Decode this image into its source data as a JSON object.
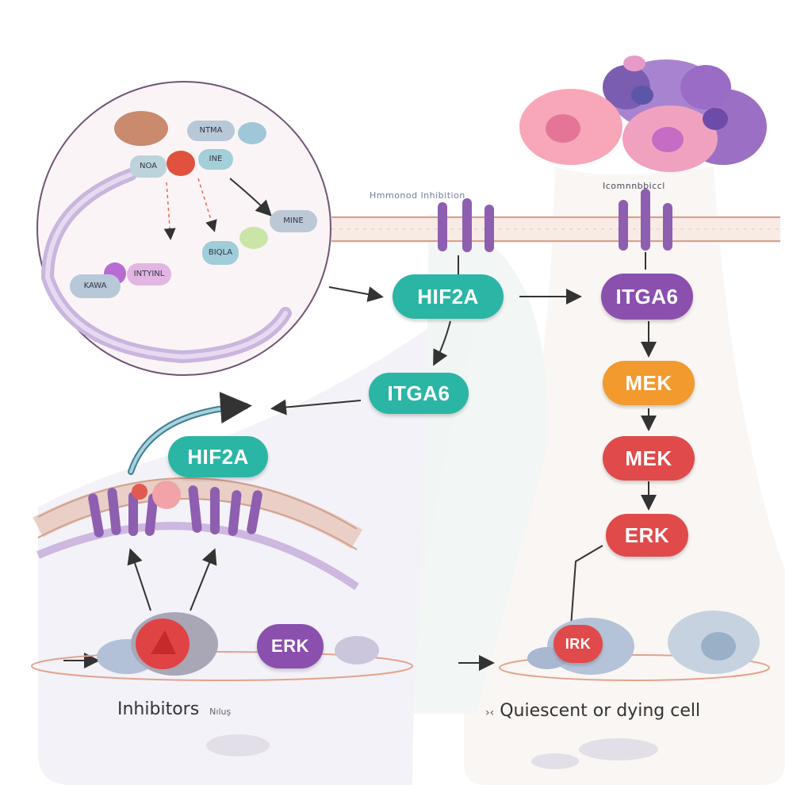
{
  "labels": {
    "membrane_left": "Hmmonod lnhibition",
    "membrane_right": "Icomnnbbiccl",
    "inhibitors": "Inhibitors",
    "inhibitors_suffix": "Nıluş",
    "quiescent_prefix": "›‹",
    "quiescent": "Quiescent or dying cell",
    "circle_chip_1": "NTMA",
    "circle_chip_2": "NOA",
    "circle_chip_3": "INE",
    "circle_chip_4": "MINE",
    "circle_chip_5": "KAWA",
    "circle_chip_6": "INTYINL",
    "circle_chip_7": "BIQLA"
  },
  "nodes": {
    "hif2a_center": {
      "label": "HIF2A",
      "color": "#2bb5a5"
    },
    "itga6_center": {
      "label": "ITGA6",
      "color": "#2bb5a5"
    },
    "hif2a_left": {
      "label": "HIF2A",
      "color": "#2bb5a5"
    },
    "itga6_right": {
      "label": "ITGA6",
      "color": "#8b4fae"
    },
    "mek_orange": {
      "label": "MEK",
      "color": "#f29a2e"
    },
    "mek_red": {
      "label": "MEK",
      "color": "#e04a4a"
    },
    "erk_red": {
      "label": "ERK",
      "color": "#e04a4a"
    },
    "erk_purple": {
      "label": "ERK",
      "color": "#8b4fae"
    },
    "irk_red": {
      "label": "IRK",
      "color": "#e04a4a"
    }
  }
}
